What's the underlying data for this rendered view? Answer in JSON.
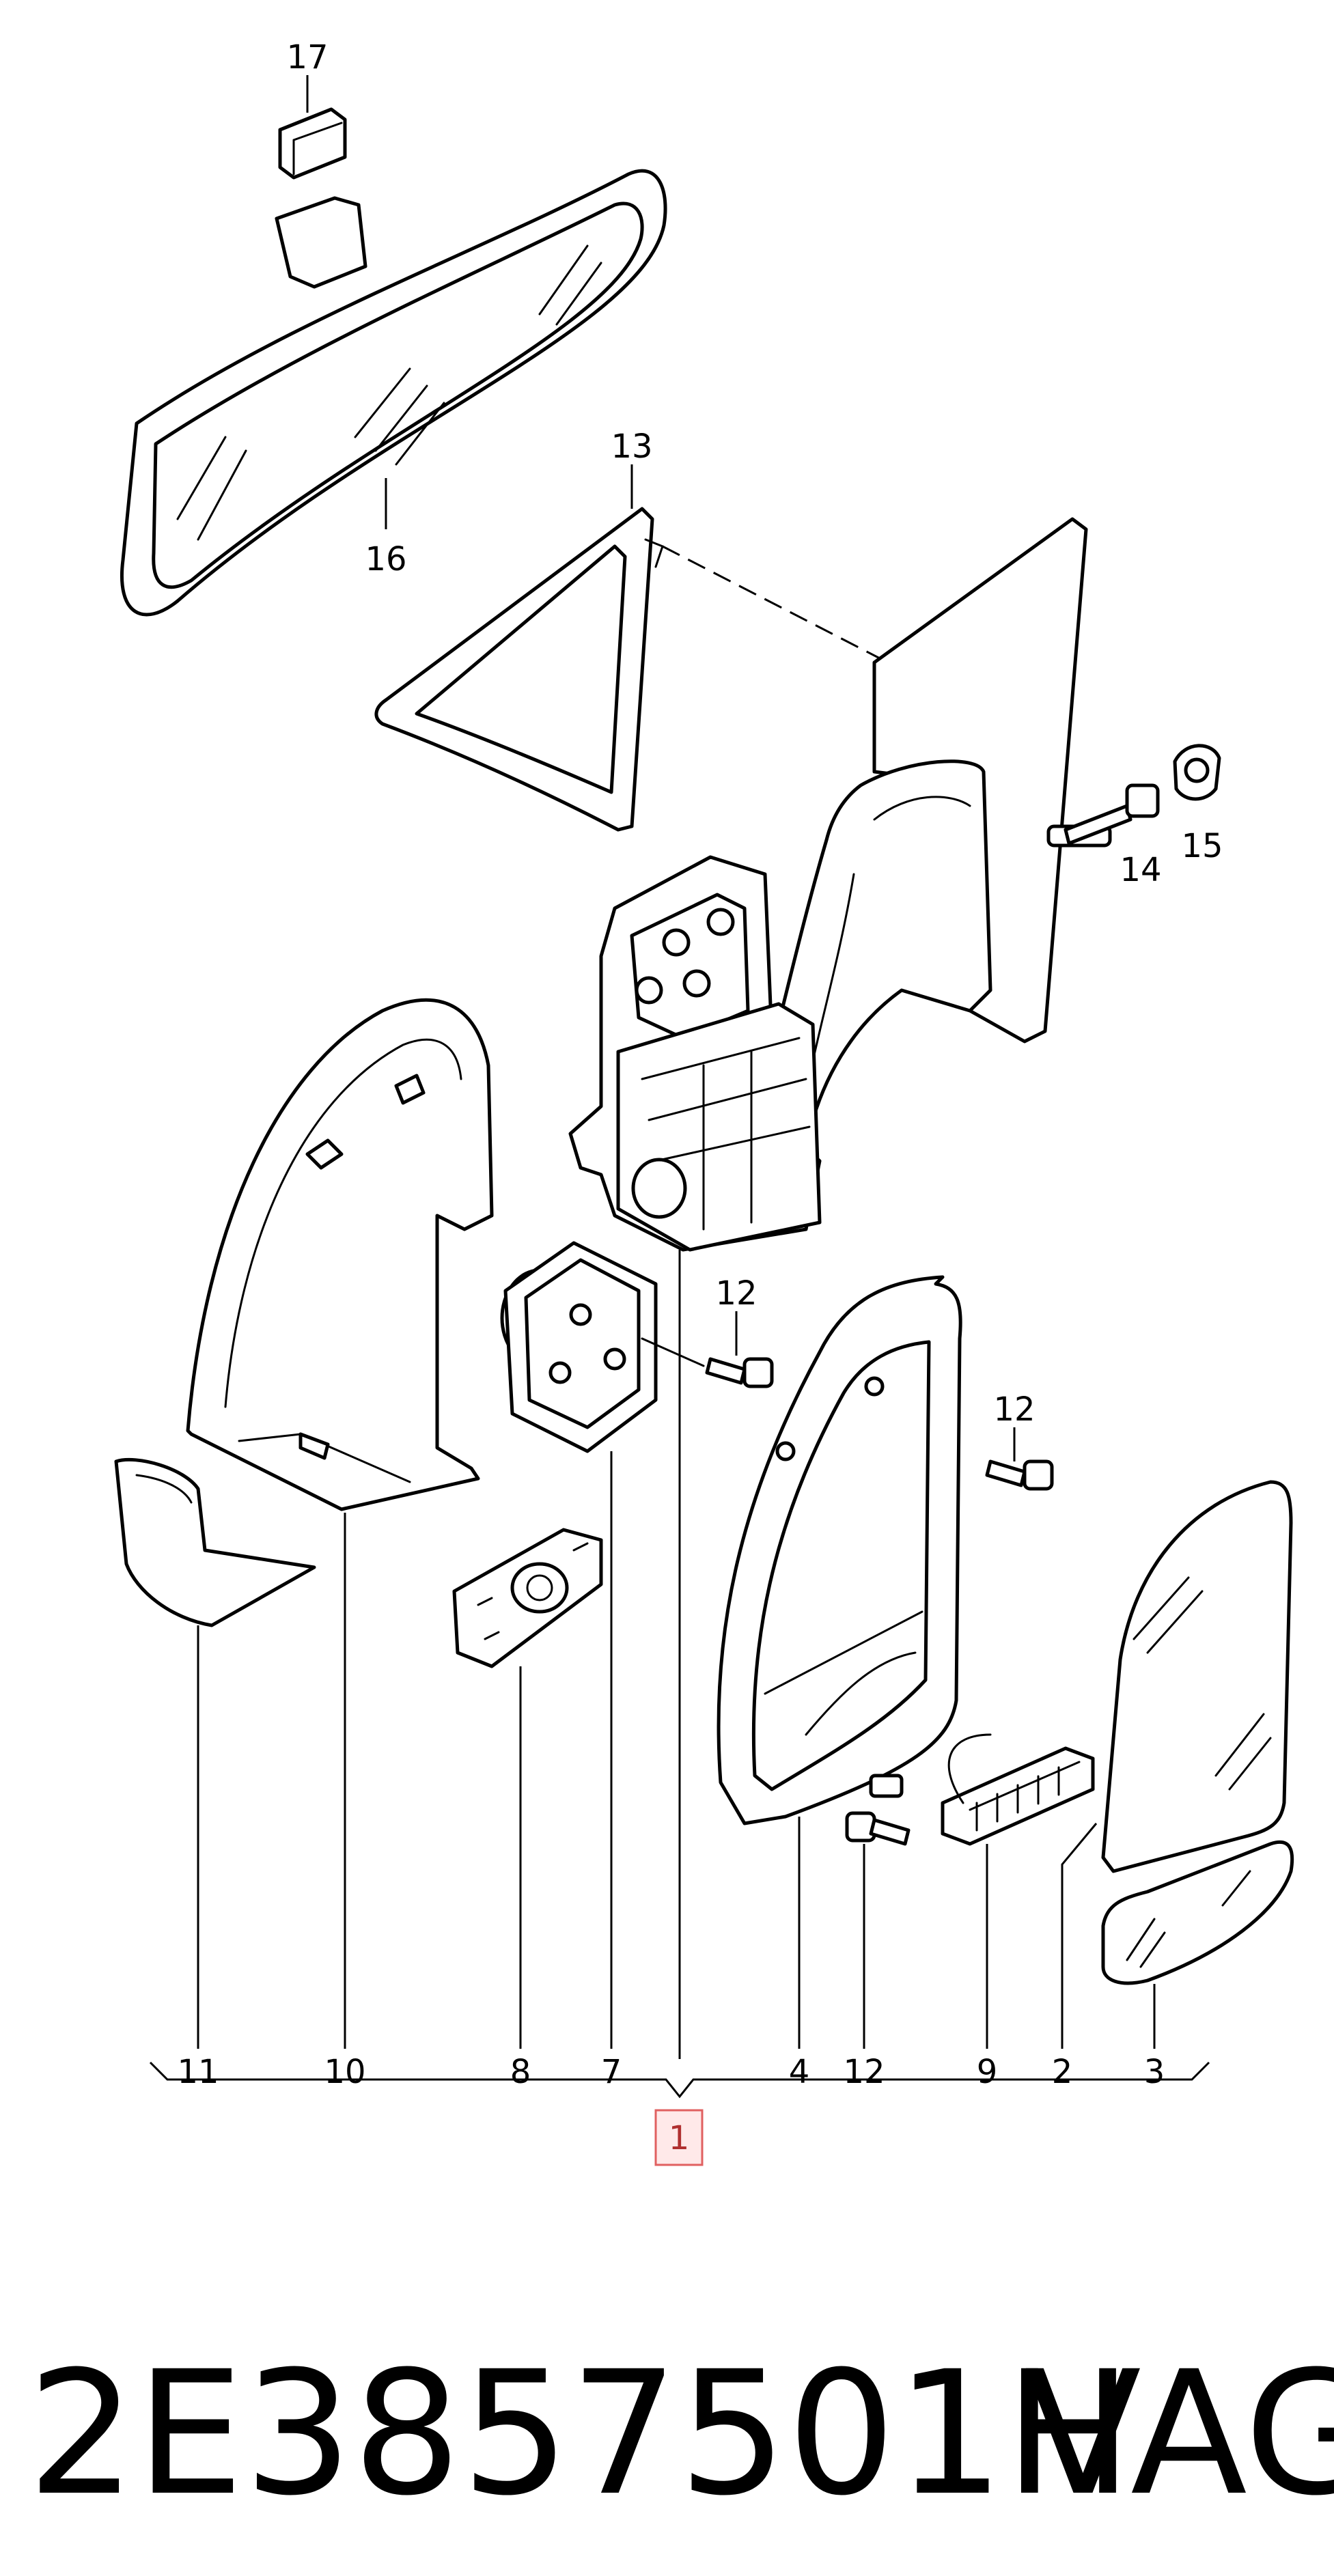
{
  "diagram": {
    "callouts": {
      "c1": "1",
      "c2": "2",
      "c3": "3",
      "c4": "4",
      "c7": "7",
      "c8": "8",
      "c9": "9",
      "c10": "10",
      "c11": "11",
      "c12a": "12",
      "c12b": "12",
      "c12c": "12",
      "c13": "13",
      "c14": "14",
      "c15": "15",
      "c16": "16",
      "c17": "17"
    },
    "highlight_color": "#e06060"
  },
  "footer": {
    "part_number": "2E3857501H",
    "brand": "VAG"
  }
}
